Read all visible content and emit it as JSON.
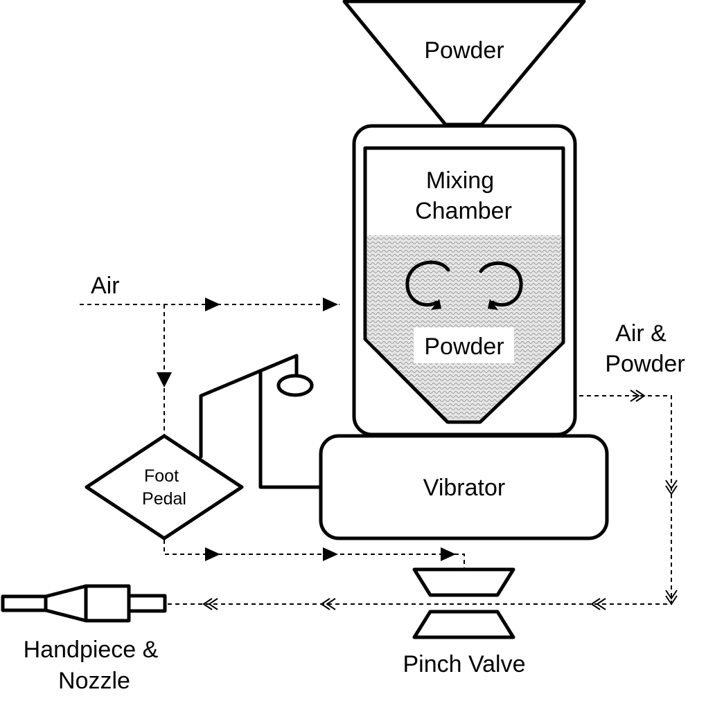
{
  "labels": {
    "powder_hopper": "Powder",
    "mixing_chamber_line1": "Mixing",
    "mixing_chamber_line2": "Chamber",
    "powder_in_chamber": "Powder",
    "air_input": "Air",
    "air_powder_line1": "Air &",
    "air_powder_line2": "Powder",
    "foot_pedal_line1": "Foot",
    "foot_pedal_line2": "Pedal",
    "vibrator": "Vibrator",
    "handpiece_line1": "Handpiece &",
    "handpiece_line2": "Nozzle",
    "pinch_valve": "Pinch Valve"
  },
  "flows": [
    {
      "name": "air-supply",
      "style": "dashed",
      "arrow": "filled-triangle"
    },
    {
      "name": "foot-pedal-signal",
      "style": "dashed",
      "arrow": "filled-triangle"
    },
    {
      "name": "air-and-powder",
      "style": "dashed",
      "arrow": "open-chevron"
    }
  ],
  "colors": {
    "stroke": "#000000",
    "background": "#ffffff",
    "powder_fill": "#d8d8d8"
  }
}
